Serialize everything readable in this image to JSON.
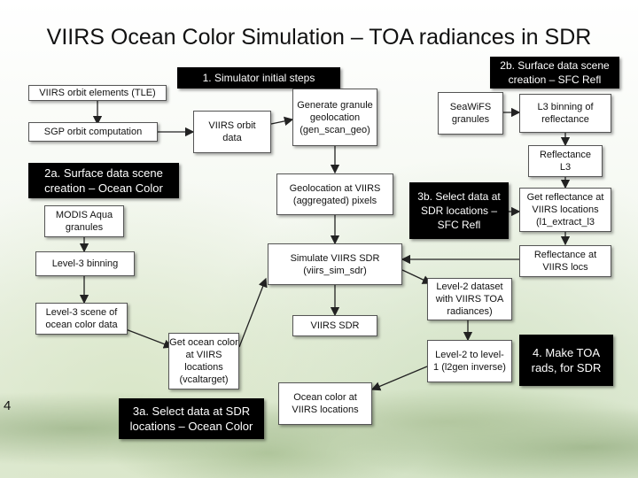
{
  "title": "VIIRS Ocean Color Simulation – TOA radiances in SDR",
  "page_number": "4",
  "boxes": {
    "sim_initial_steps": "1. Simulator initial steps",
    "surface_sfc": "2b. Surface data scene creation – SFC Refl",
    "orbit_tle": "VIIRS orbit elements (TLE)",
    "sgp": "SGP orbit computation",
    "orbit_data": "VIIRS orbit data",
    "gen_geo": "Generate granule geolocation (gen_scan_geo)",
    "seawifs": "SeaWiFS granules",
    "l3_binning_refl": "L3 binning of reflectance",
    "refl_l3": "Reflectance L3",
    "surface_ocean": "2a. Surface data scene creation – Ocean Color",
    "geo_viirs": "Geolocation at VIIRS (aggregated) pixels",
    "select_sdr": "3b. Select data at SDR locations – SFC Refl",
    "get_refl": "Get reflectance at VIIRS locations (l1_extract_l3",
    "modis": "MODIS Aqua granules",
    "refl_viirs": "Reflectance at VIIRS locs",
    "level3_binning": "Level-3 binning",
    "sim_sdr": "Simulate VIIRS SDR (viirs_sim_sdr)",
    "l2_dataset": "Level-2 dataset with VIIRS TOA radiances)",
    "l3_scene": "Level-3 scene of ocean color data",
    "viirs_sdr": "VIIRS SDR",
    "get_ocean": "Get ocean color at VIIRS locations (vcaltarget)",
    "l2_to_l1": "Level-2 to level-1 (l2gen inverse)",
    "make_toa": "4. Make TOA rads, for SDR",
    "select_ocean": "3a. Select data at SDR locations – Ocean Color",
    "ocean_viirs": "Ocean color at VIIRS locations"
  }
}
